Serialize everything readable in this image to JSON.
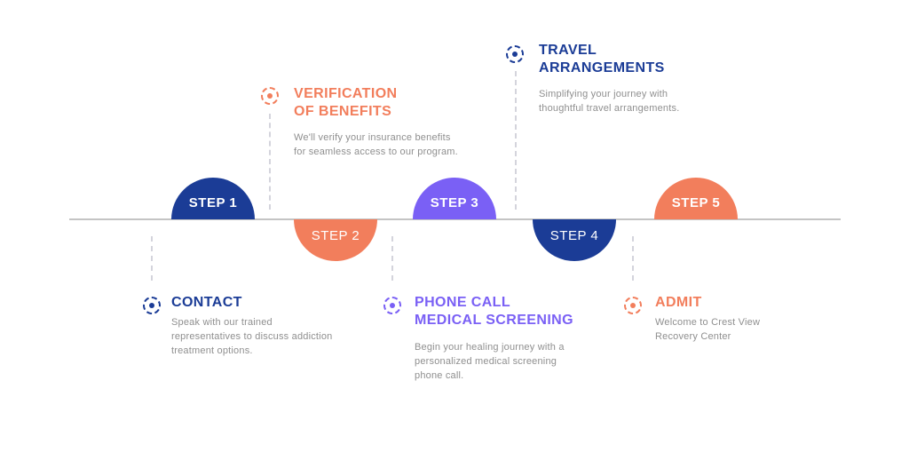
{
  "colors": {
    "navy": "#1b3c96",
    "orange": "#f27e5c",
    "purple": "#7a60f5",
    "line": "#c4c4c4",
    "text": "#8f8f8f"
  },
  "steps": [
    {
      "label": "STEP 1",
      "color": "#1b3c96",
      "position": "above"
    },
    {
      "label": "STEP 2",
      "color": "#f27e5c",
      "position": "below"
    },
    {
      "label": "STEP 3",
      "color": "#7a60f5",
      "position": "above"
    },
    {
      "label": "STEP 4",
      "color": "#1b3c96",
      "position": "below"
    },
    {
      "label": "STEP 5",
      "color": "#f27e5c",
      "position": "above"
    }
  ],
  "stages": [
    {
      "title": "CONTACT",
      "description": "Speak with our trained\nrepresentatives to discuss addiction\ntreatment options.",
      "color": "#1b3c96",
      "marker_icon": "dashed-circle-icon"
    },
    {
      "title": "VERIFICATION\nOF BENEFITS",
      "description": "We'll verify your insurance benefits\nfor seamless access to our program.",
      "color": "#f27e5c",
      "marker_icon": "dashed-circle-icon"
    },
    {
      "title": "PHONE CALL\nMEDICAL SCREENING",
      "description": "Begin your healing journey with a\npersonalized medical screening\nphone call.",
      "color": "#7a60f5",
      "marker_icon": "dashed-circle-icon"
    },
    {
      "title": "TRAVEL\nARRANGEMENTS",
      "description": "Simplifying your journey with\nthoughtful travel arrangements.",
      "color": "#1b3c96",
      "marker_icon": "dashed-circle-icon"
    },
    {
      "title": "ADMIT",
      "description": "Welcome to Crest View\nRecovery Center",
      "color": "#f27e5c",
      "marker_icon": "dashed-circle-icon"
    }
  ]
}
